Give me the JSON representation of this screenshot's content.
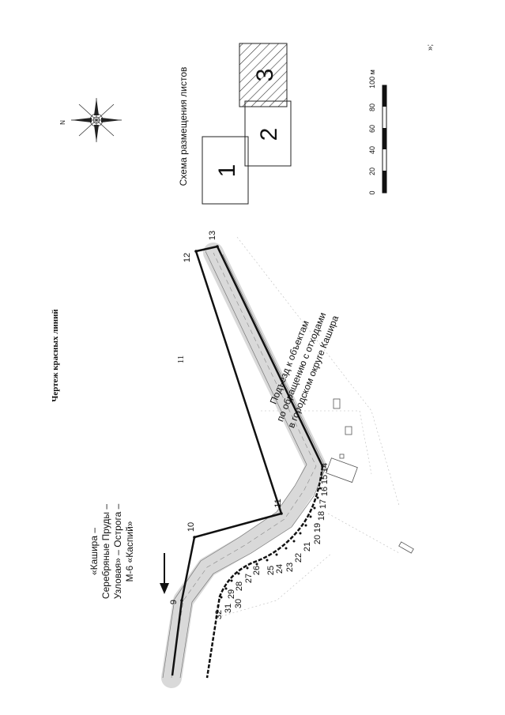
{
  "page": {
    "number": "11",
    "drawing_title": "Чертеж красных линий",
    "corner_mark": "»;"
  },
  "sheet_layout": {
    "title": "Схема размещения листов",
    "sheets": [
      "1",
      "2",
      "3"
    ],
    "current_sheet": "3"
  },
  "scale_bar": {
    "ticks": [
      "0",
      "20",
      "40",
      "60",
      "80",
      "100 м"
    ]
  },
  "compass": {
    "north_label": "N"
  },
  "road_labels": {
    "direction_line1": "«Кашира –",
    "direction_line2": "Серебряные Пруды –",
    "direction_line3": "Узловая» – Острога –",
    "direction_line4": "М-6 «Каспий»",
    "access_line1": "Подъезд к объектам",
    "access_line2": "по обращению с отходами",
    "access_line3": "в городском округе Кашира"
  },
  "boundary_points": {
    "p9": "9",
    "p10": "10",
    "p11": "11",
    "p12": "12",
    "p13": "13",
    "p14": "14",
    "p15": "15",
    "p16": "16",
    "p17": "17",
    "p18": "18",
    "p19": "19",
    "p20": "20",
    "p21": "21",
    "p22": "22",
    "p23": "23",
    "p24": "24",
    "p25": "25",
    "p26": "26",
    "p27": "27",
    "p28": "28",
    "p29": "29",
    "p30": "30",
    "p31": "31",
    "p32": "32"
  },
  "colors": {
    "line": "#111111",
    "road_fill": "#d9d9d9",
    "hatch": "#333333"
  }
}
